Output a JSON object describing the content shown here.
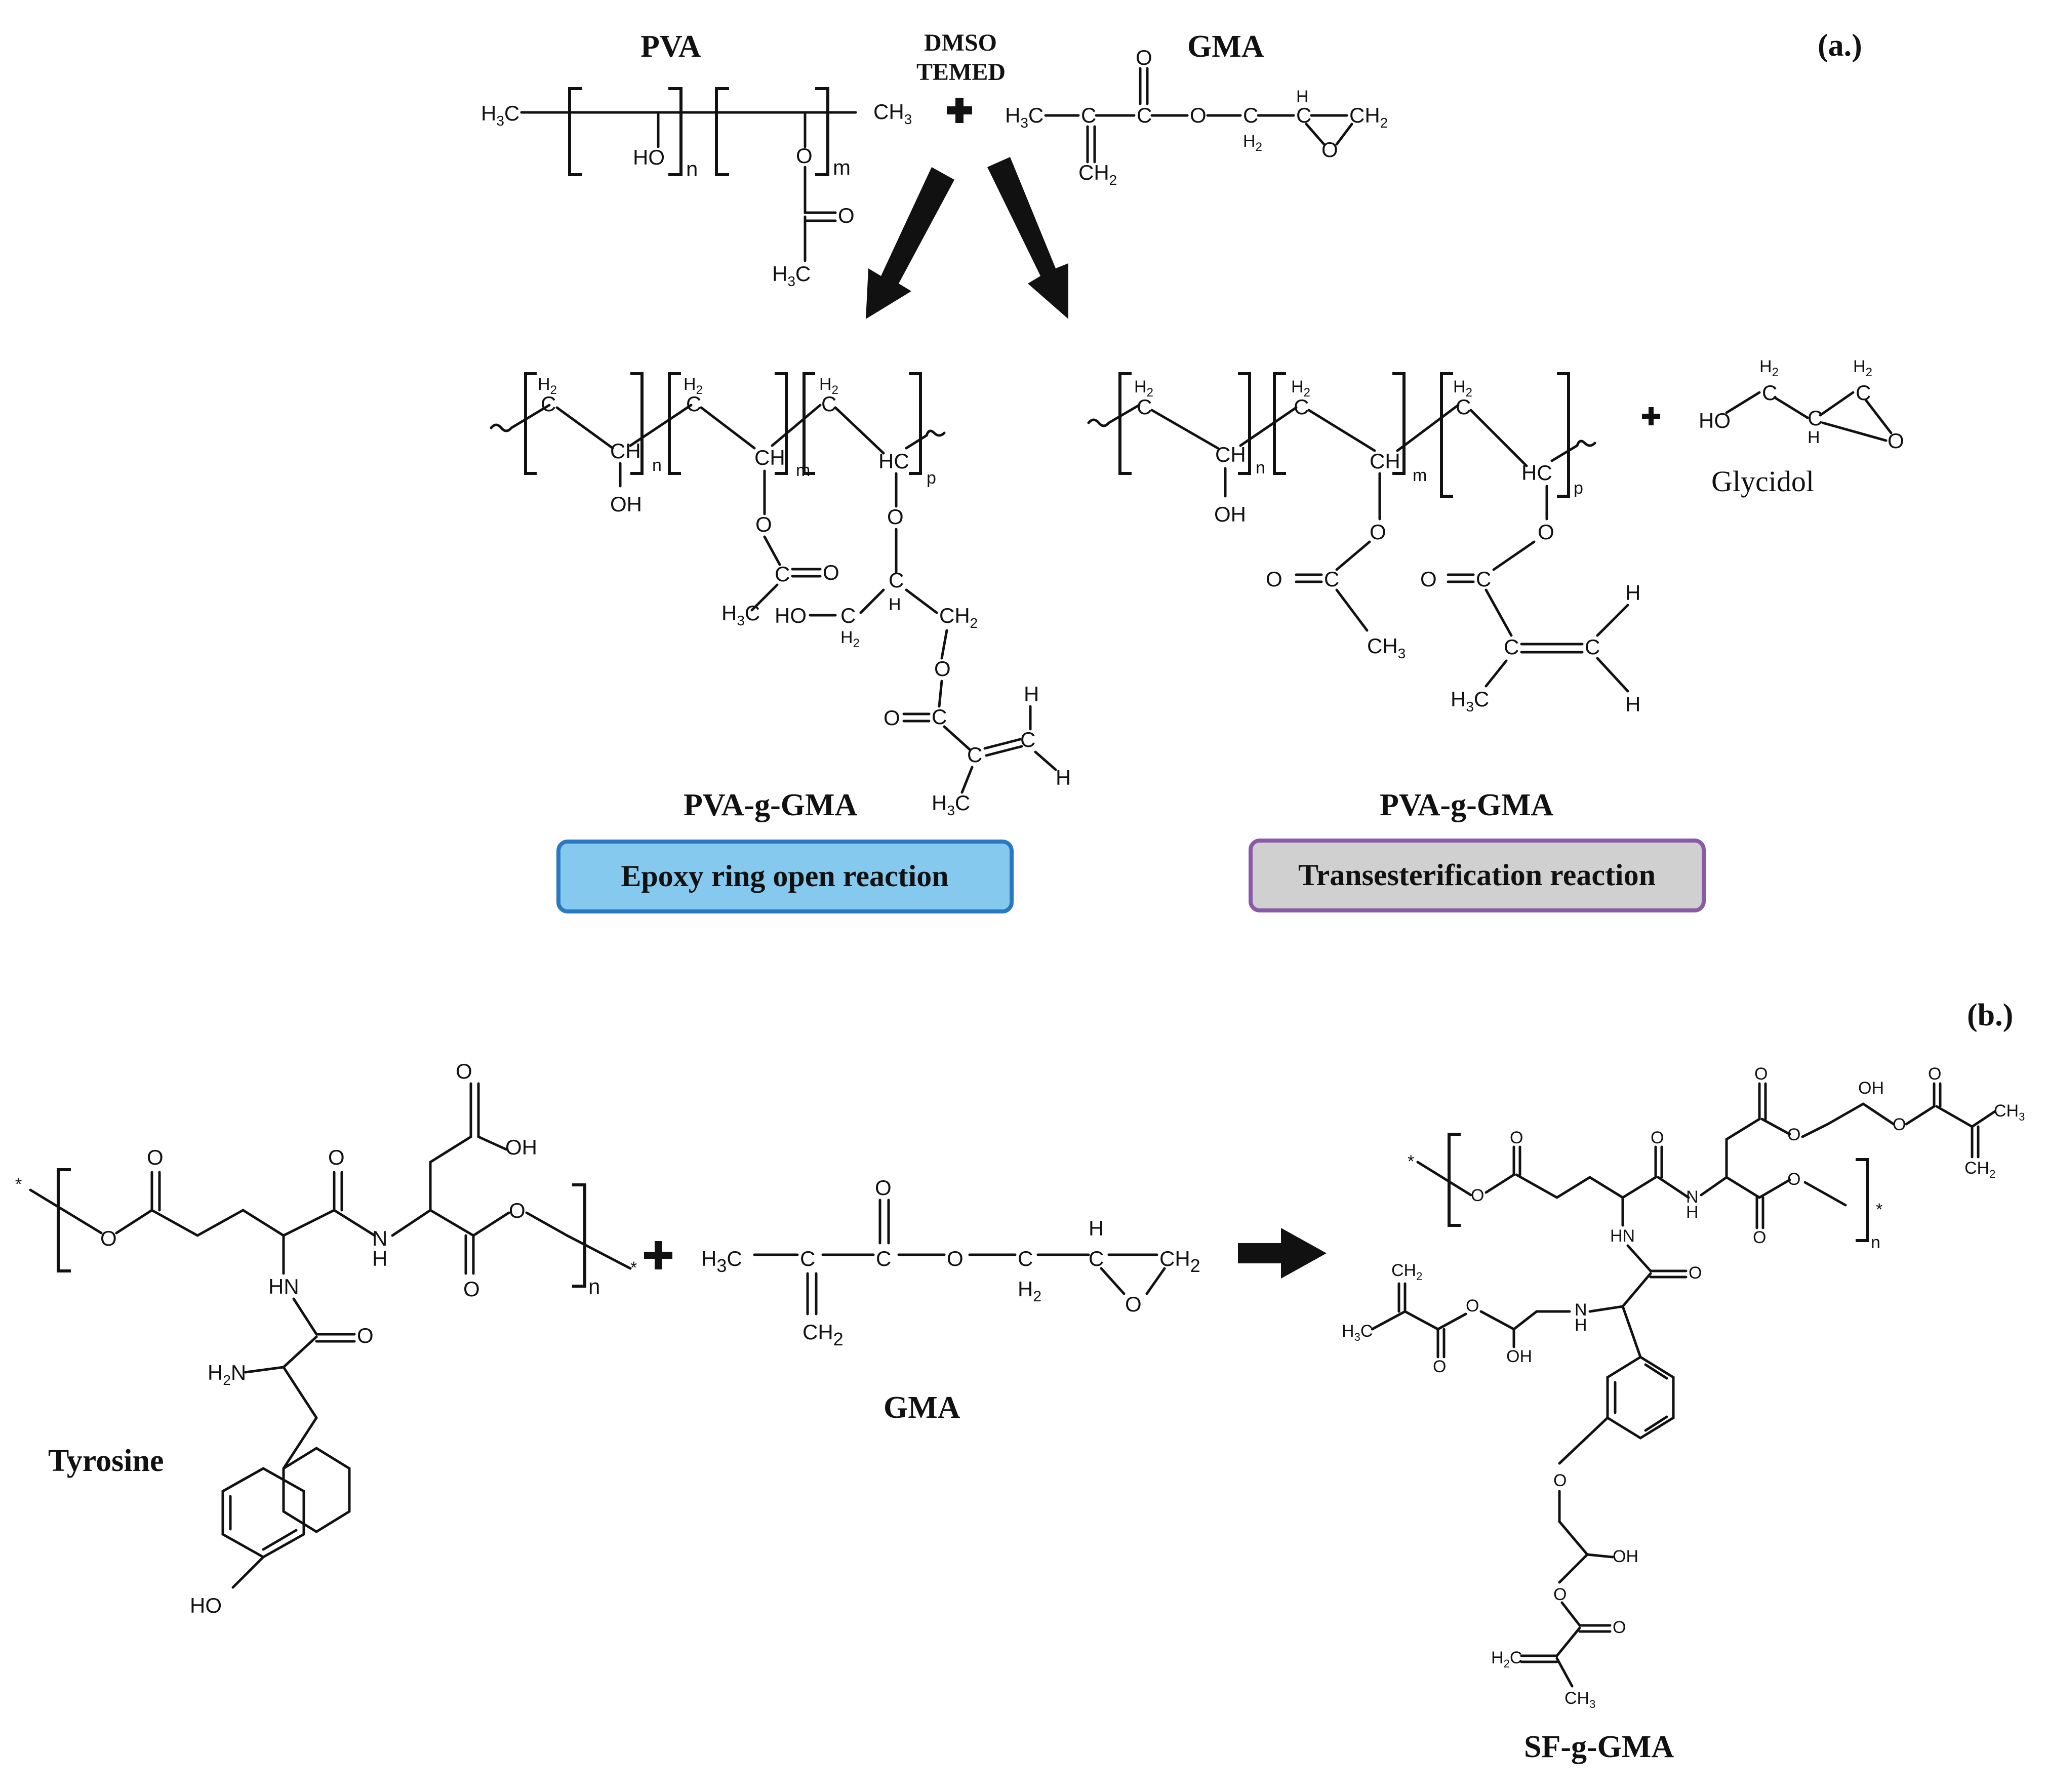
{
  "panel_a": {
    "label": "(a.)",
    "reactant_pva": "PVA",
    "reactant_gma": "GMA",
    "solvent": "DMSO",
    "catalyst": "TEMED",
    "product_left": "PVA-g-GMA",
    "product_right": "PVA-g-GMA",
    "byproduct": "Glycidol",
    "reaction_left": "Epoxy ring open reaction",
    "reaction_right": "Transesterification reaction",
    "colors": {
      "left_box_fill": "#86c9ee",
      "left_box_border": "#2a78c2",
      "right_box_fill": "#d0d0d0",
      "right_box_border": "#8a5aa6"
    }
  },
  "panel_b": {
    "label": "(b.)",
    "reactant_left": "Tyrosine",
    "reactant_middle": "GMA",
    "product": "SF-g-GMA"
  }
}
